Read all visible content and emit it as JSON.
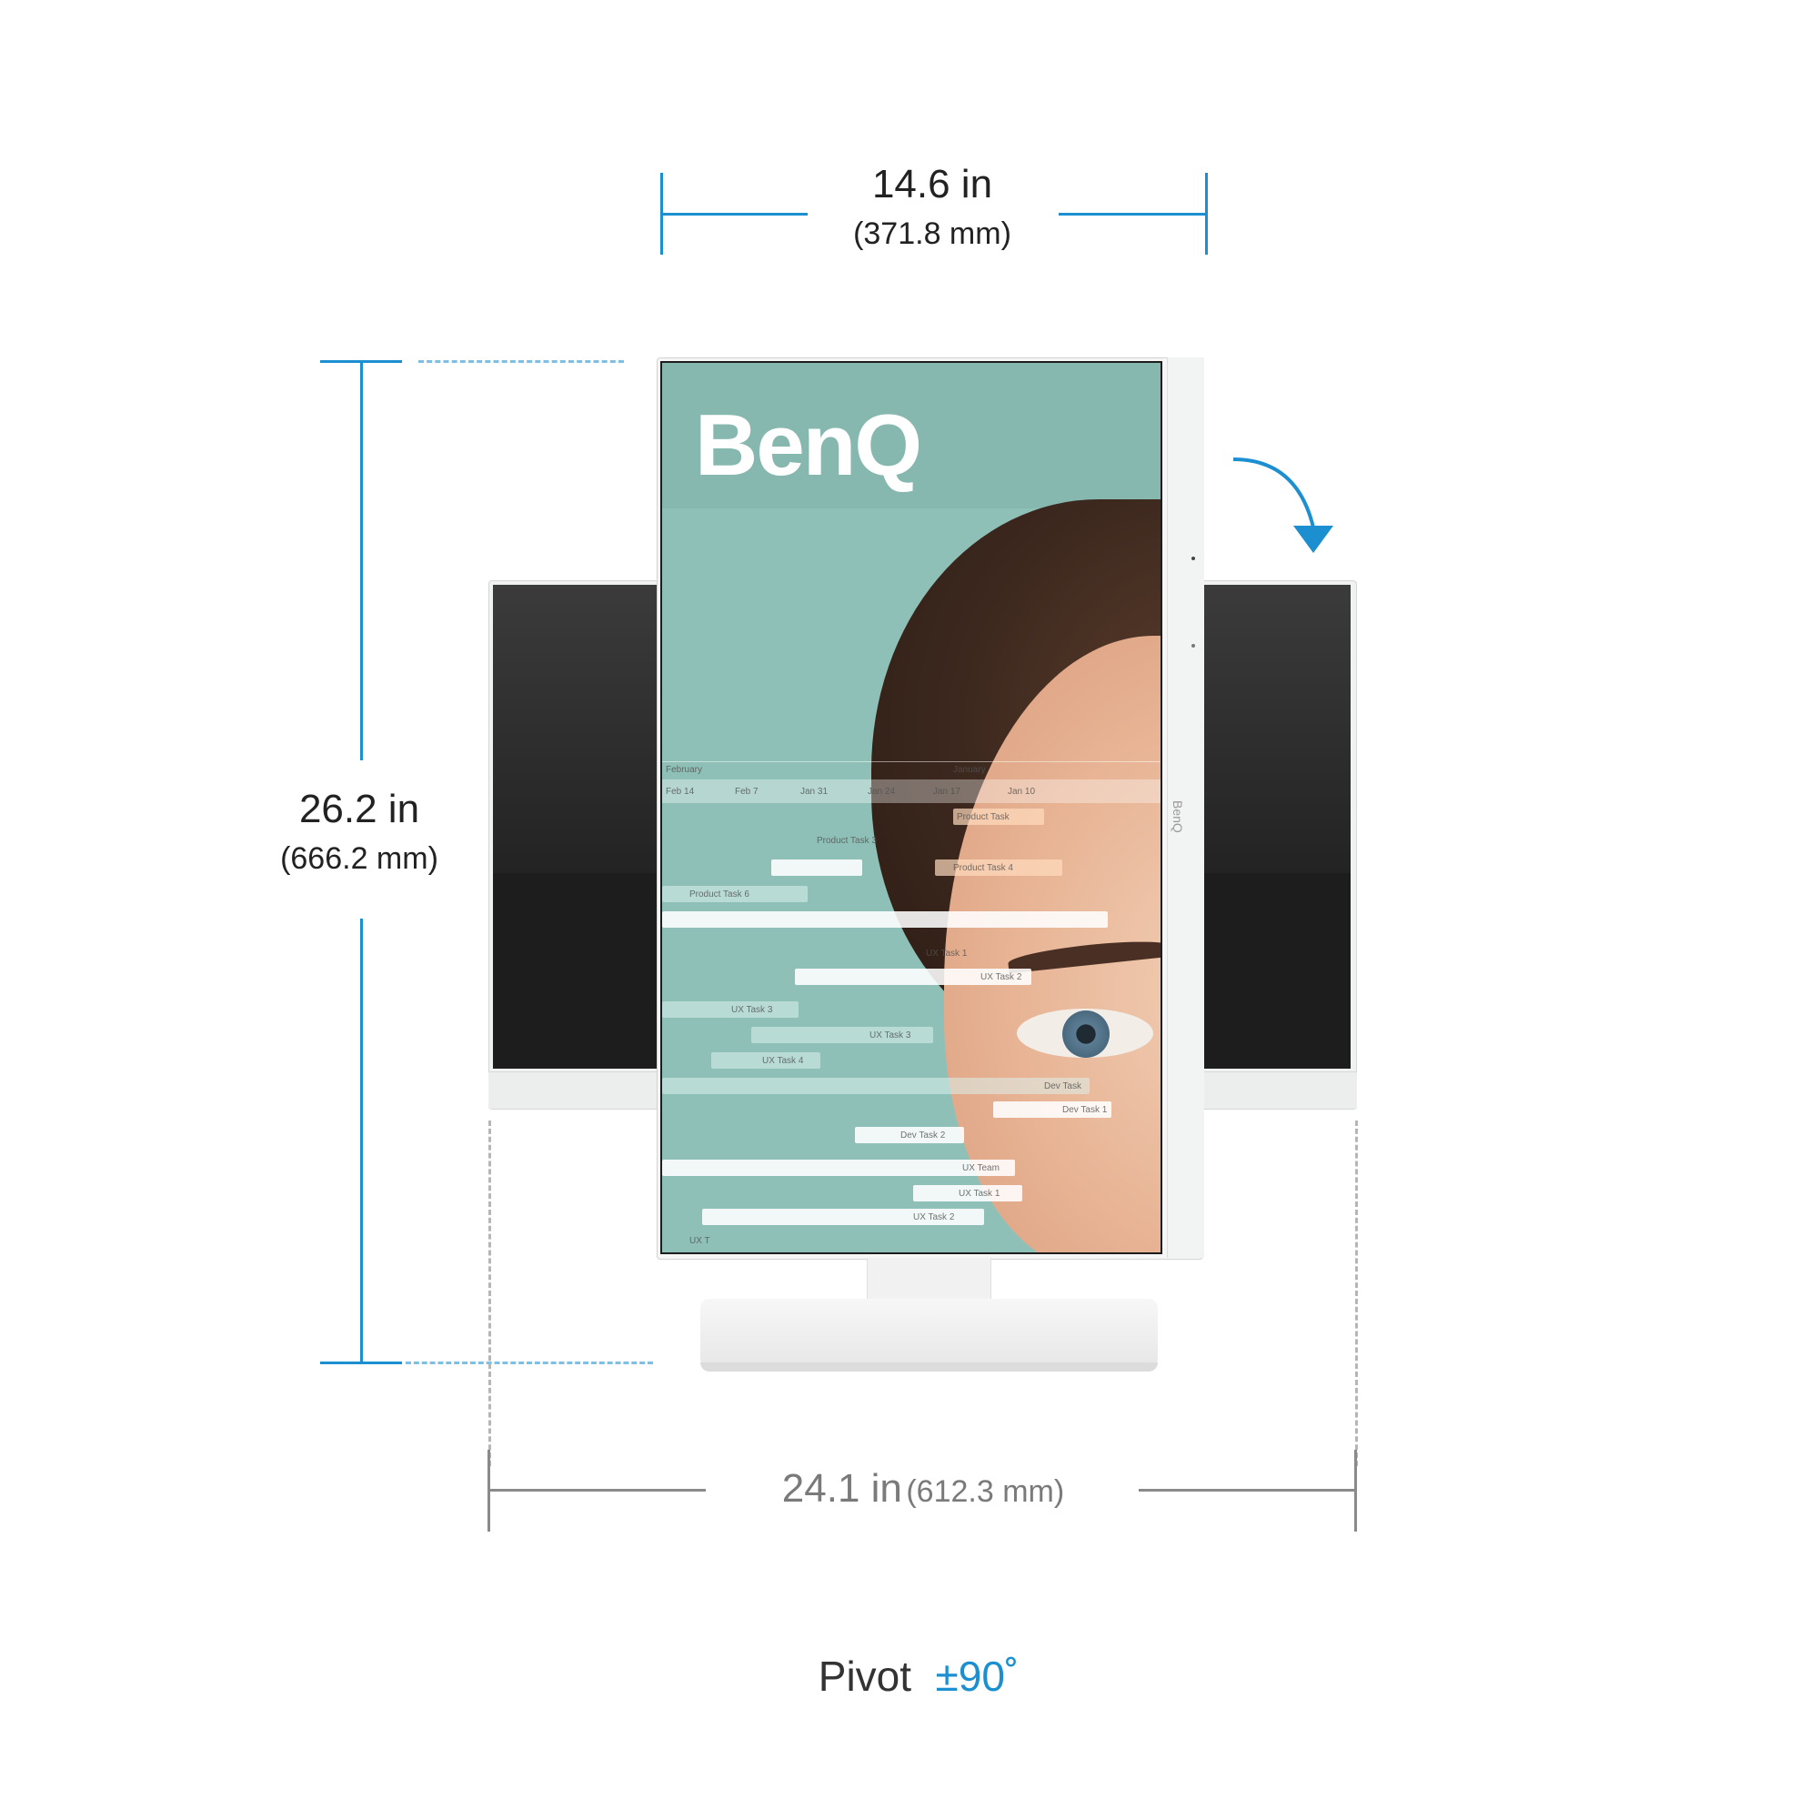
{
  "width_dimension": {
    "inches": "14.6 in",
    "mm": "(371.8 mm)"
  },
  "height_dimension": {
    "inches": "26.2 in",
    "mm": "(666.2 mm)"
  },
  "landscape_width_dimension": {
    "inches": "24.1 in",
    "mm": "(612.3 mm)"
  },
  "pivot": {
    "label": "Pivot",
    "value": "±90˚"
  },
  "brand": {
    "logo_text": "BenQ",
    "side_logo_text": "BenQ"
  },
  "screen_overlay": {
    "months": [
      "February",
      "January"
    ],
    "dates": [
      "Feb 14",
      "Feb 7",
      "Jan 31",
      "Jan 24",
      "Jan 17",
      "Jan 10"
    ],
    "tasks": [
      "Product Task",
      "Product Task 3",
      "Product Task 4",
      "Product Task 6",
      "UX Task 1",
      "UX Task 2",
      "UX Task 3",
      "UX Task 3",
      "UX Task 4",
      "Dev Task",
      "Dev Task 1",
      "Dev Task 2",
      "UX Team",
      "UX Task 1",
      "UX Task 2",
      "UX T"
    ]
  },
  "colors": {
    "accent_blue": "#1b8fd0",
    "dim_gray": "#8a8a8a",
    "screen_teal": "#8fc0b8"
  }
}
